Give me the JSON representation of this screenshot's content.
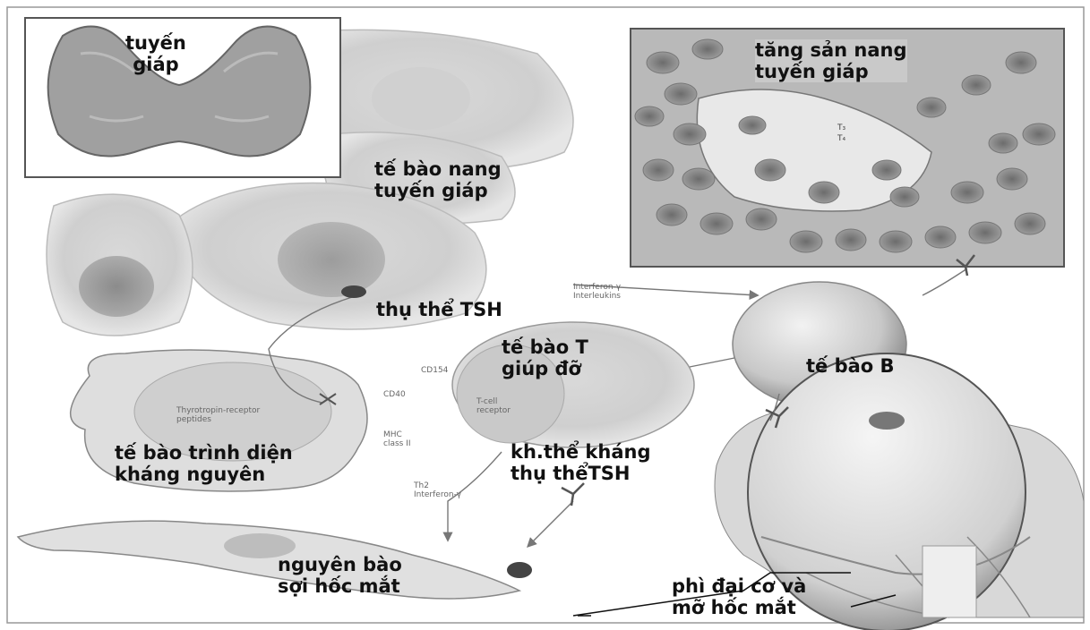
{
  "labels": {
    "thyroid": [
      "tuyến",
      "giáp"
    ],
    "follicular_cell": [
      "tế bào nang",
      "tuyến giáp"
    ],
    "follicular_hyperplasia": [
      "tăng sản nang",
      "tuyến giáp"
    ],
    "tsh_receptor": "thụ thể TSH",
    "t_helper": [
      "tế bào T",
      "giúp đỡ"
    ],
    "b_cell": "tế bào B",
    "apc": [
      "tế bào trình diện",
      "kháng nguyên"
    ],
    "antibody": [
      "kh.thể kháng",
      "thụ thểTSH"
    ],
    "fibroblast": [
      "nguyên bào",
      "sợi hốc mắt"
    ],
    "muscle_fat": [
      "phì đại cơ và",
      "mỡ hốc mắt"
    ]
  },
  "small_text": {
    "interferon_top": [
      "Interferon-γ",
      "Interleukins"
    ],
    "cd154": "CD154",
    "cd40": "CD40",
    "tcell_receptor": [
      "T-cell",
      "receptor"
    ],
    "peptides": [
      "Thyrotropin-receptor",
      "peptides"
    ],
    "mhc": [
      "MHC",
      "class II"
    ],
    "interferon_bottom": [
      "Th2",
      "Interferon-γ"
    ]
  }
}
